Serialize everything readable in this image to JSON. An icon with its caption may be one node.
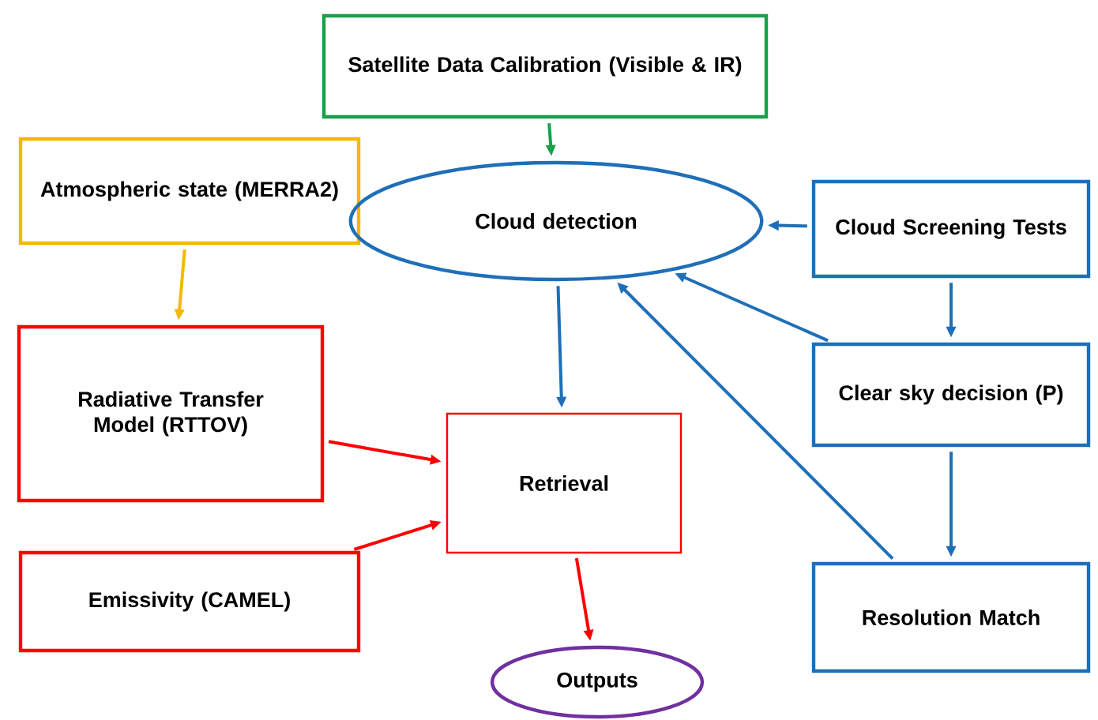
{
  "diagram": {
    "nodes": [
      {
        "text": [
          "Satellite Data Calibration (Visible & IR)"
        ]
      },
      {
        "text": [
          "Atmospheric state (MERRA2)"
        ]
      },
      {
        "text": [
          "Cloud detection"
        ]
      },
      {
        "text": [
          "Cloud Screening Tests"
        ]
      },
      {
        "text": [
          "Radiative Transfer Model (RTTOV)"
        ]
      },
      {
        "text": [
          "Retrieval"
        ]
      },
      {
        "text": [
          "Clear sky decision (P)"
        ]
      },
      {
        "text": [
          "Emissivity (CAMEL)"
        ]
      },
      {
        "text": [
          "Resolution Match"
        ]
      },
      {
        "text": [
          "Outputs"
        ]
      }
    ],
    "edges": [
      {
        "from": 0,
        "to": 2,
        "arrow": "to",
        "color": "#1aa04a"
      },
      {
        "from": 1,
        "to": 4,
        "arrow": "to",
        "color": "#f5b800"
      },
      {
        "from": 3,
        "to": 2,
        "arrow": "to"
      },
      {
        "from": 3,
        "to": 6,
        "arrow": "to"
      },
      {
        "from": 6,
        "to": 2,
        "arrow": "to"
      },
      {
        "from": 8,
        "to": 2,
        "arrow": "to"
      },
      {
        "from": 6,
        "to": 8,
        "arrow": "to"
      },
      {
        "from": 2,
        "to": 5,
        "arrow": "to"
      },
      {
        "from": 4,
        "to": 5,
        "arrow": "to",
        "color": "#ff0000"
      },
      {
        "from": 7,
        "to": 5,
        "arrow": "to",
        "color": "#ff0000"
      },
      {
        "from": 5,
        "to": 9,
        "arrow": "to",
        "color": "#ff0000"
      }
    ]
  }
}
